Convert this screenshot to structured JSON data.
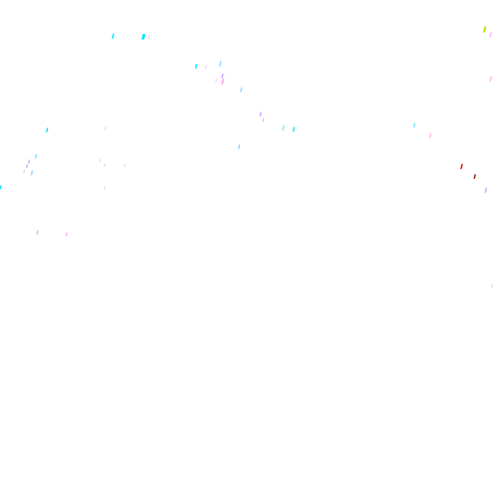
{
  "canvas": {
    "background": "#ffffff"
  },
  "palette": {
    "cyan": "#00e5ff",
    "light_cyan": "#7fdfff",
    "sky": "#8fd3ff",
    "violet": "#c9a6ff",
    "pink": "#ffb3f0",
    "pale_pink": "#f7d6f7",
    "lime": "#c6e000",
    "red": "#e00000",
    "dark_red": "#8a1a00"
  },
  "specks": [
    {
      "color": "cyan"
    },
    {
      "color": "cyan"
    },
    {
      "color": "pale_pink"
    },
    {
      "color": "lime"
    },
    {
      "color": "pink"
    },
    {
      "color": "cyan"
    },
    {
      "color": "pale_pink"
    },
    {
      "color": "sky"
    },
    {
      "color": "violet"
    },
    {
      "color": "pink"
    },
    {
      "color": "pale_pink"
    },
    {
      "color": "sky"
    },
    {
      "color": "pink"
    },
    {
      "color": "violet"
    },
    {
      "color": "pink"
    },
    {
      "color": "cyan"
    },
    {
      "color": "pale_pink"
    },
    {
      "color": "light_cyan"
    },
    {
      "color": "cyan"
    },
    {
      "color": "light_cyan"
    },
    {
      "color": "pink"
    },
    {
      "color": "sky"
    },
    {
      "color": "light_cyan"
    },
    {
      "color": "violet"
    },
    {
      "color": "violet"
    },
    {
      "color": "sky"
    },
    {
      "color": "pale_pink"
    },
    {
      "color": "pale_pink"
    },
    {
      "color": "pale_pink"
    },
    {
      "color": "pale_pink"
    },
    {
      "color": "pale_pink"
    },
    {
      "color": "cyan"
    },
    {
      "color": "red"
    },
    {
      "color": "dark_red"
    },
    {
      "color": "violet"
    },
    {
      "color": "sky"
    },
    {
      "color": "pink"
    },
    {
      "color": "pale_pink"
    }
  ]
}
